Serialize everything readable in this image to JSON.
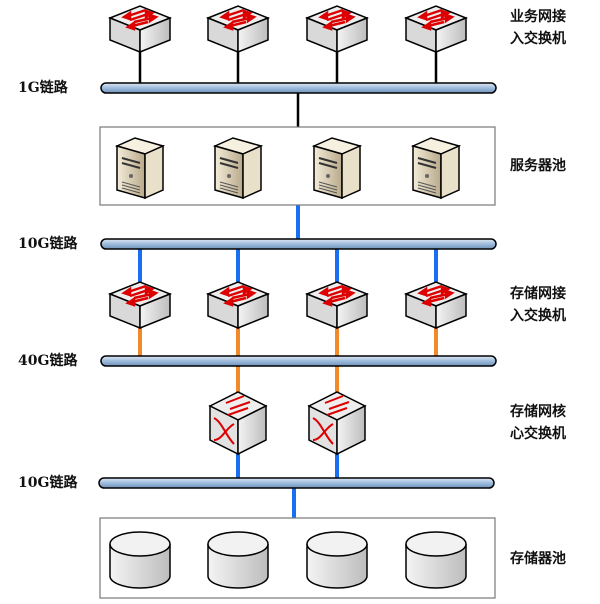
{
  "links": {
    "l1": "1G链路",
    "l2": "10G链路",
    "l3": "40G链路",
    "l4": "10G链路"
  },
  "groups": {
    "service_access": "业务网接\n入交换机",
    "server_pool": "服务器池",
    "storage_access": "存储网接\n入交换机",
    "storage_core": "存储网核\n心交换机",
    "storage_pool": "存储器池"
  },
  "colors": {
    "bus": "#a9c4e0",
    "blue": "#1a6ff0",
    "orange": "#f08a2a",
    "black": "#000000"
  }
}
